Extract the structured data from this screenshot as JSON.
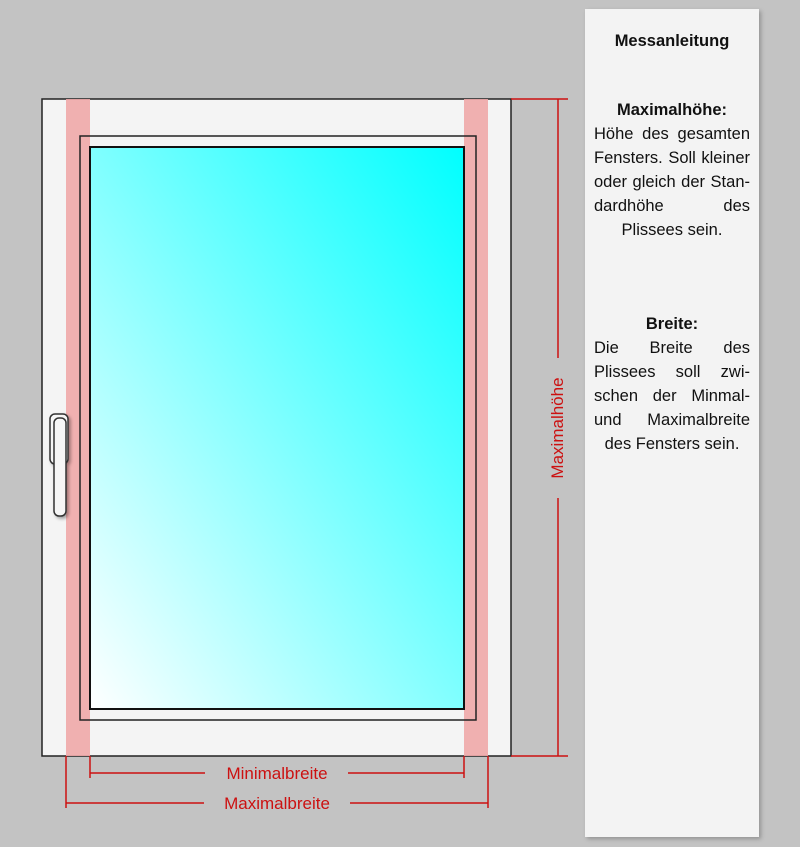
{
  "diagram": {
    "labels": {
      "min_width": "Minimalbreite",
      "max_width": "Maximalbreite",
      "max_height": "Maximalhöhe"
    }
  },
  "instructions": {
    "title": "Messanleitung",
    "sections": [
      {
        "heading": "Maximalhöhe:",
        "text": "Höhe des ge­samten Fensters. Soll kleiner oder gleich der Stan­dardhöhe des Plissees sein."
      },
      {
        "heading": "Breite:",
        "text": "Die Breite des Plissees soll zwi­schen der Min­mal- und Maxi­malbreite des Fensters sein."
      }
    ]
  },
  "colors": {
    "dimension": "#cc1111",
    "pink_zone": "#f0a8a8",
    "frame": "#f4f4f4",
    "glass_dark": "#00ffff",
    "glass_light": "#ffffff"
  }
}
